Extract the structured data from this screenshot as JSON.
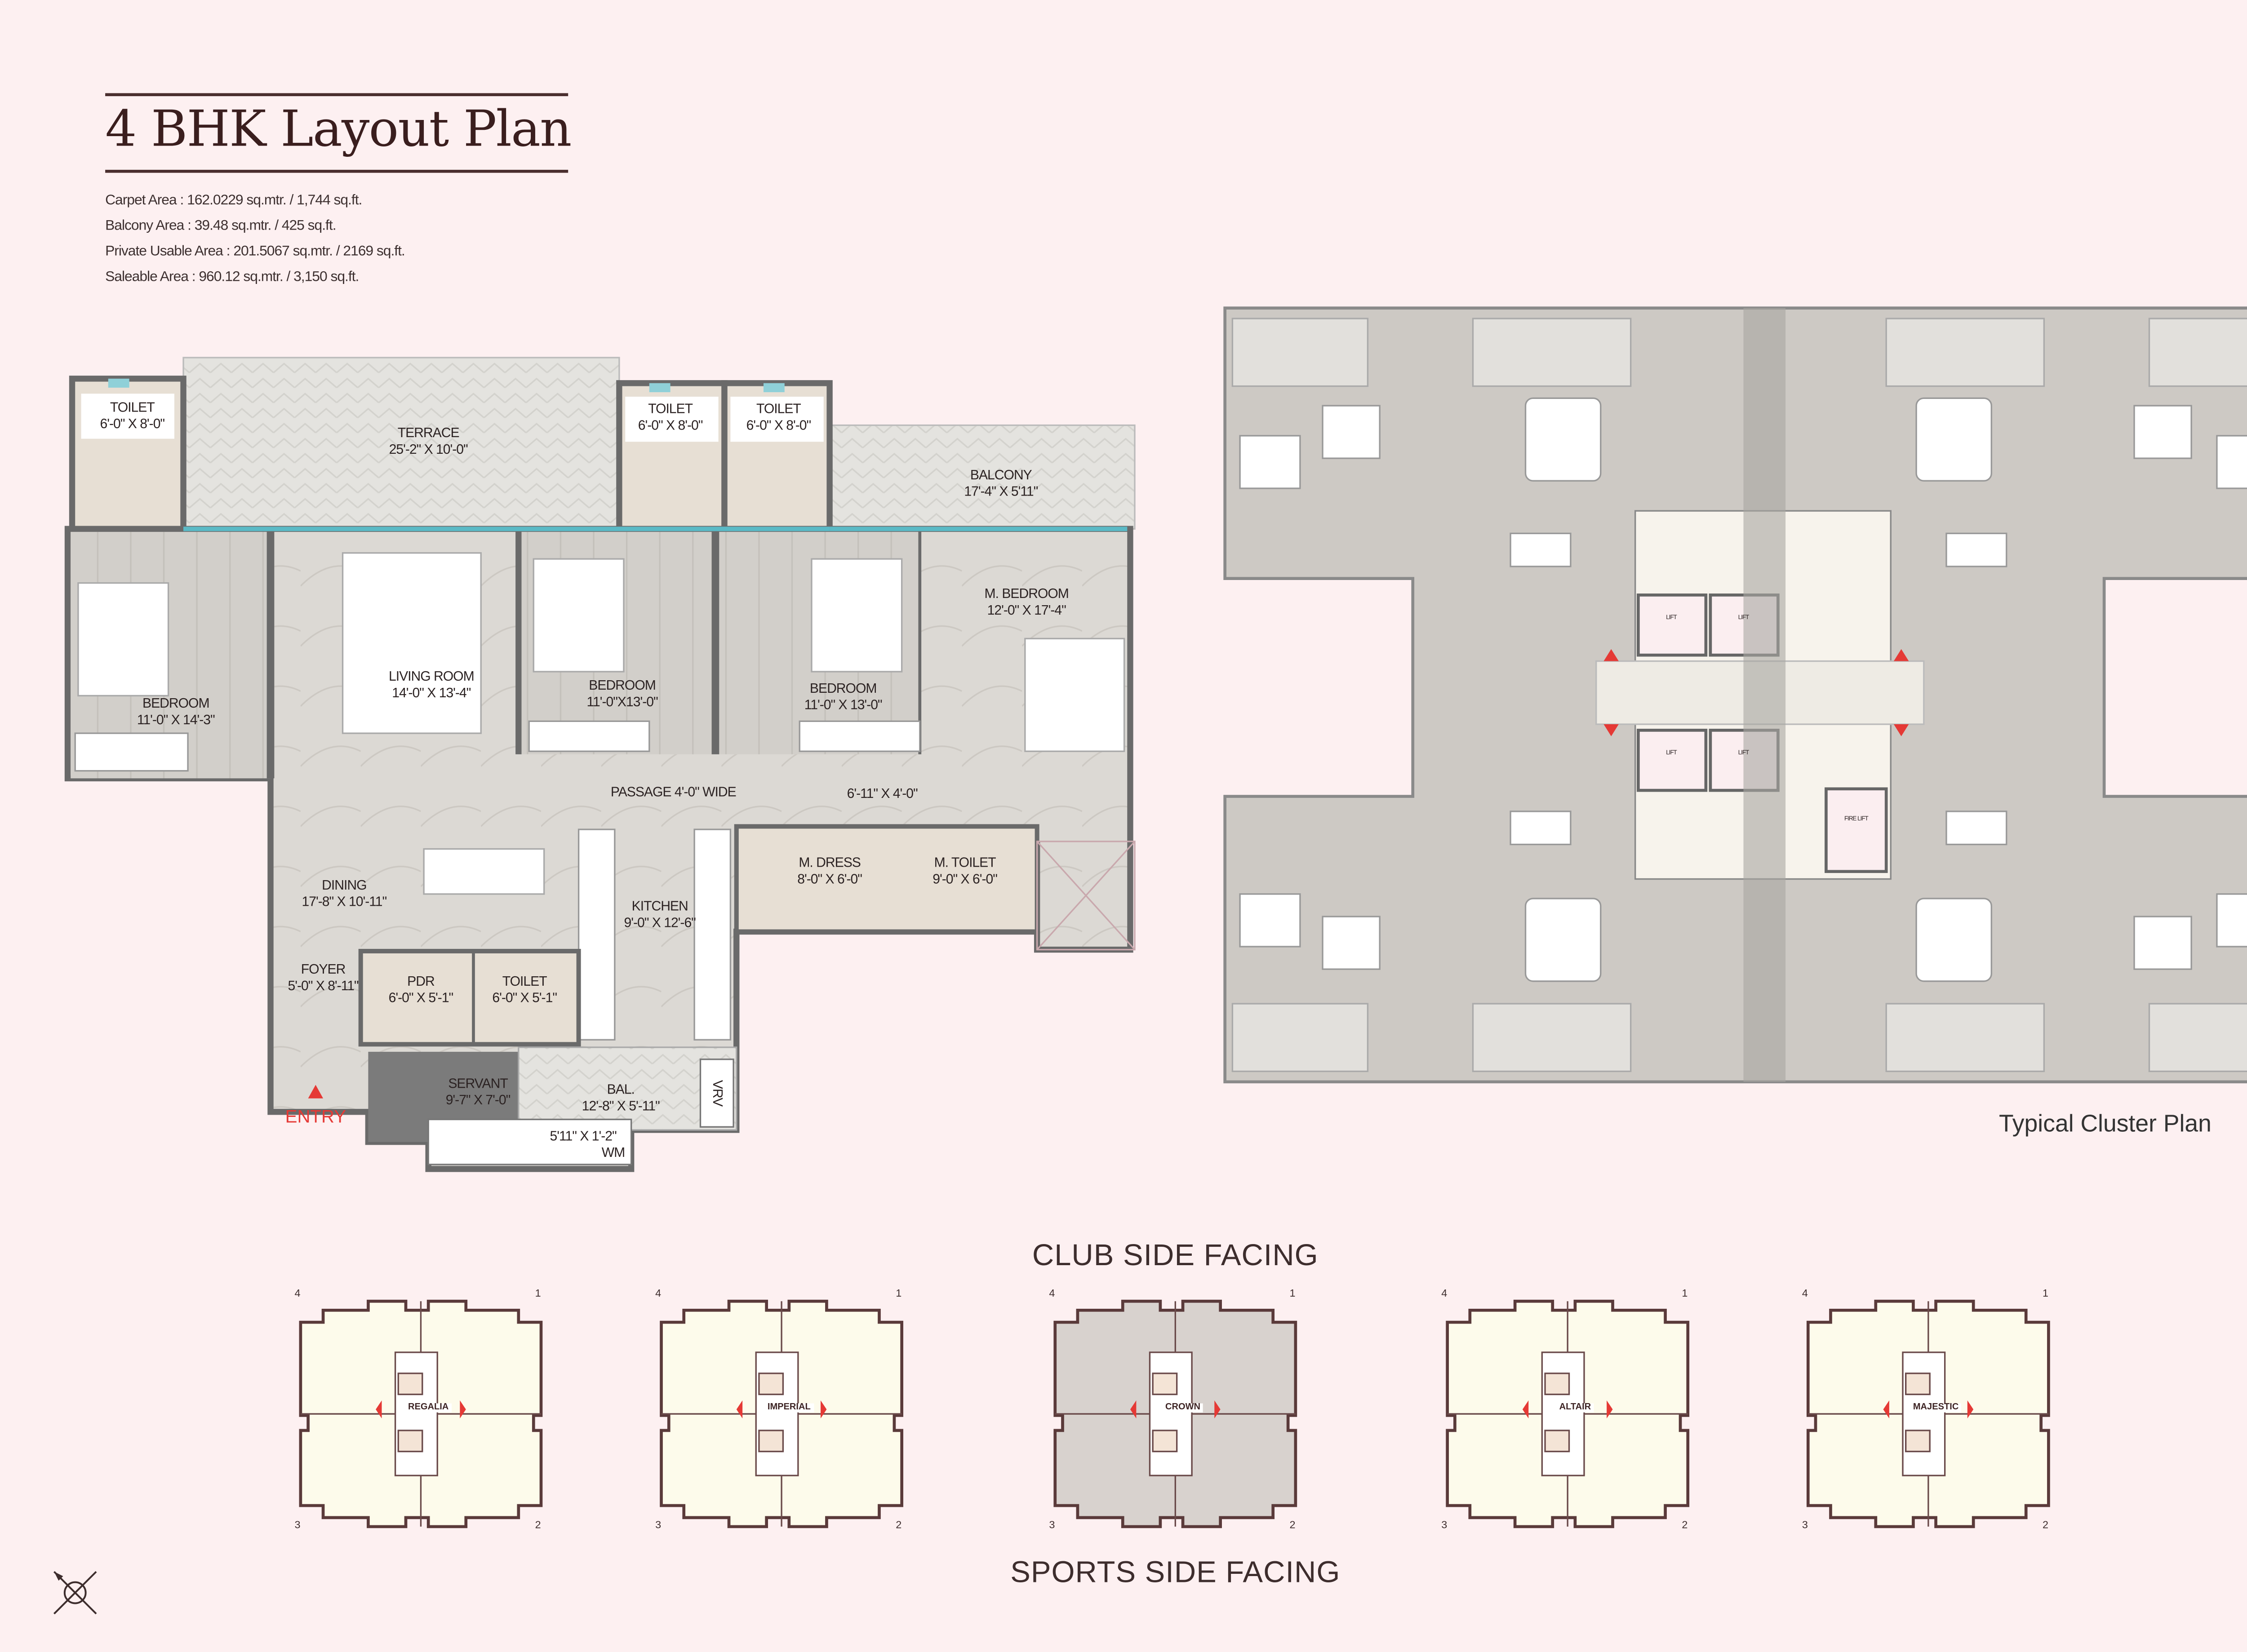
{
  "header": {
    "title": "4 BHK Layout Plan",
    "areas": [
      "Carpet Area : 162.0229 sq.mtr. / 1,744 sq.ft.",
      "Balcony Area : 39.48 sq.mtr. / 425 sq.ft.",
      "Private Usable Area : 201.5067 sq.mtr. / 2169 sq.ft.",
      "Saleable Area : 960.12 sq.mtr. / 3,150 sq.ft."
    ]
  },
  "floor_plan": {
    "rooms": [
      {
        "name": "TOILET",
        "dim": "6'-0\" X 8'-0\""
      },
      {
        "name": "TERRACE",
        "dim": "25'-2\" X 10'-0\""
      },
      {
        "name": "TOILET",
        "dim": "6'-0\" X 8'-0\""
      },
      {
        "name": "TOILET",
        "dim": "6'-0\" X 8'-0\""
      },
      {
        "name": "BALCONY",
        "dim": "17'-4\" X 5'11\""
      },
      {
        "name": "BEDROOM",
        "dim": "11'-0\" X 14'-3\""
      },
      {
        "name": "LIVING ROOM",
        "dim": "14'-0\" X 13'-4\""
      },
      {
        "name": "BEDROOM",
        "dim": "11'-0\"X13'-0\""
      },
      {
        "name": "BEDROOM",
        "dim": "11'-0\" X 13'-0\""
      },
      {
        "name": "M. BEDROOM",
        "dim": "12'-0\" X 17'-4\""
      },
      {
        "name": "PASSAGE 4'-0\" WIDE",
        "dim": ""
      },
      {
        "name": "",
        "dim": "6'-11\" X 4'-0\""
      },
      {
        "name": "DINING",
        "dim": "17'-8\" X 10'-11\""
      },
      {
        "name": "KITCHEN",
        "dim": "9'-0\" X 12'-6\""
      },
      {
        "name": "M. DRESS",
        "dim": "8'-0\" X 6'-0\""
      },
      {
        "name": "M. TOILET",
        "dim": "9'-0\" X 6'-0\""
      },
      {
        "name": "FOYER",
        "dim": "5'-0\" X 8'-11\""
      },
      {
        "name": "PDR",
        "dim": "6'-0\" X 5'-1\""
      },
      {
        "name": "TOILET",
        "dim": "6'-0\" X 5'-1\""
      },
      {
        "name": "SERVANT",
        "dim": "9'-7\" X 7'-0\""
      },
      {
        "name": "BAL.",
        "dim": "12'-8\" X 5'-11\""
      },
      {
        "name": "",
        "dim": "5'11\" X 1'-2\""
      },
      {
        "name": "WM",
        "dim": ""
      },
      {
        "name": "VRV",
        "dim": ""
      }
    ],
    "entry_label": "ENTRY",
    "entry_color": "#e53935"
  },
  "cluster_plan": {
    "caption": "Typical Cluster Plan",
    "lift_label": "LIFT",
    "fire_lift_label": "FIRE LIFT"
  },
  "key_plans": {
    "top_label": "CLUB SIDE FACING",
    "bottom_label": "SPORTS SIDE FACING",
    "corner_numbers": [
      "4",
      "1",
      "3",
      "2"
    ],
    "towers": [
      {
        "name": "REGALIA",
        "highlighted": false
      },
      {
        "name": "IMPERIAL",
        "highlighted": false
      },
      {
        "name": "CROWN",
        "highlighted": true
      },
      {
        "name": "ALTAIR",
        "highlighted": false
      },
      {
        "name": "MAJESTIC",
        "highlighted": false
      }
    ],
    "highlight_color": "#d8d2ce",
    "default_color": "#fdfbeb"
  },
  "compass": {
    "icon": "compass-icon"
  }
}
